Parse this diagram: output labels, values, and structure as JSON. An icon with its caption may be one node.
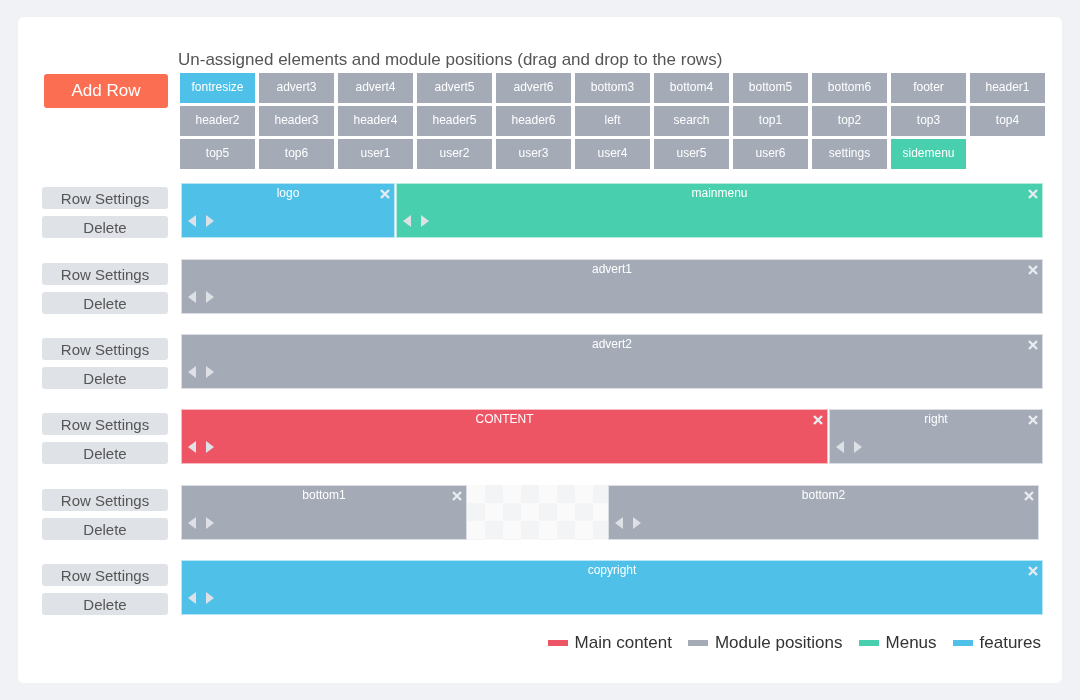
{
  "diagram": {
    "title": "Un-assigned elements and module positions (drag and drop to the rows)",
    "nodes": [
      {
        "text": [
          "fontresize"
        ]
      },
      {
        "text": [
          "advert3"
        ]
      },
      {
        "text": [
          "advert4"
        ]
      },
      {
        "text": [
          "advert5"
        ]
      },
      {
        "text": [
          "advert6"
        ]
      },
      {
        "text": [
          "bottom3"
        ]
      },
      {
        "text": [
          "bottom4"
        ]
      },
      {
        "text": [
          "bottom5"
        ]
      },
      {
        "text": [
          "bottom6"
        ]
      },
      {
        "text": [
          "footer"
        ]
      },
      {
        "text": [
          "header1"
        ]
      },
      {
        "text": [
          "header2"
        ]
      },
      {
        "text": [
          "header3"
        ]
      },
      {
        "text": [
          "header4"
        ]
      },
      {
        "text": [
          "header5"
        ]
      },
      {
        "text": [
          "header6"
        ]
      },
      {
        "text": [
          "left"
        ]
      },
      {
        "text": [
          "search"
        ]
      },
      {
        "text": [
          "top1"
        ]
      },
      {
        "text": [
          "top2"
        ]
      },
      {
        "text": [
          "top3"
        ]
      },
      {
        "text": [
          "top4"
        ]
      },
      {
        "text": [
          "top5"
        ]
      },
      {
        "text": [
          "top6"
        ]
      },
      {
        "text": [
          "user1"
        ]
      },
      {
        "text": [
          "user2"
        ]
      },
      {
        "text": [
          "user3"
        ]
      },
      {
        "text": [
          "user4"
        ]
      },
      {
        "text": [
          "user5"
        ]
      },
      {
        "text": [
          "user6"
        ]
      },
      {
        "text": [
          "settings"
        ]
      },
      {
        "text": [
          "sidemenu"
        ]
      },
      {
        "text": [
          "logo"
        ]
      },
      {
        "text": [
          "mainmenu"
        ]
      },
      {
        "text": [
          "advert1"
        ]
      },
      {
        "text": [
          "advert2"
        ]
      },
      {
        "text": [
          "CONTENT"
        ]
      },
      {
        "text": [
          "right"
        ]
      },
      {
        "text": [
          "bottom1"
        ]
      },
      {
        "text": [],
        "shape": "box"
      },
      {
        "text": [
          "bottom2"
        ]
      },
      {
        "text": [
          "copyright"
        ]
      }
    ],
    "labels": [
      "Add Row",
      "Row Settings",
      "Delete",
      "Row Settings",
      "Delete",
      "Row Settings",
      "Delete",
      "Row Settings",
      "Delete",
      "Row Settings",
      "Delete",
      "Row Settings",
      "Delete"
    ],
    "legend": [
      {
        "text": "Main content",
        "color": "#ed5565"
      },
      {
        "text": "Module positions",
        "color": "#a4abb7"
      },
      {
        "text": "Menus",
        "color": "#48cfad"
      },
      {
        "text": "features",
        "color": "#4fc1e9"
      }
    ]
  }
}
